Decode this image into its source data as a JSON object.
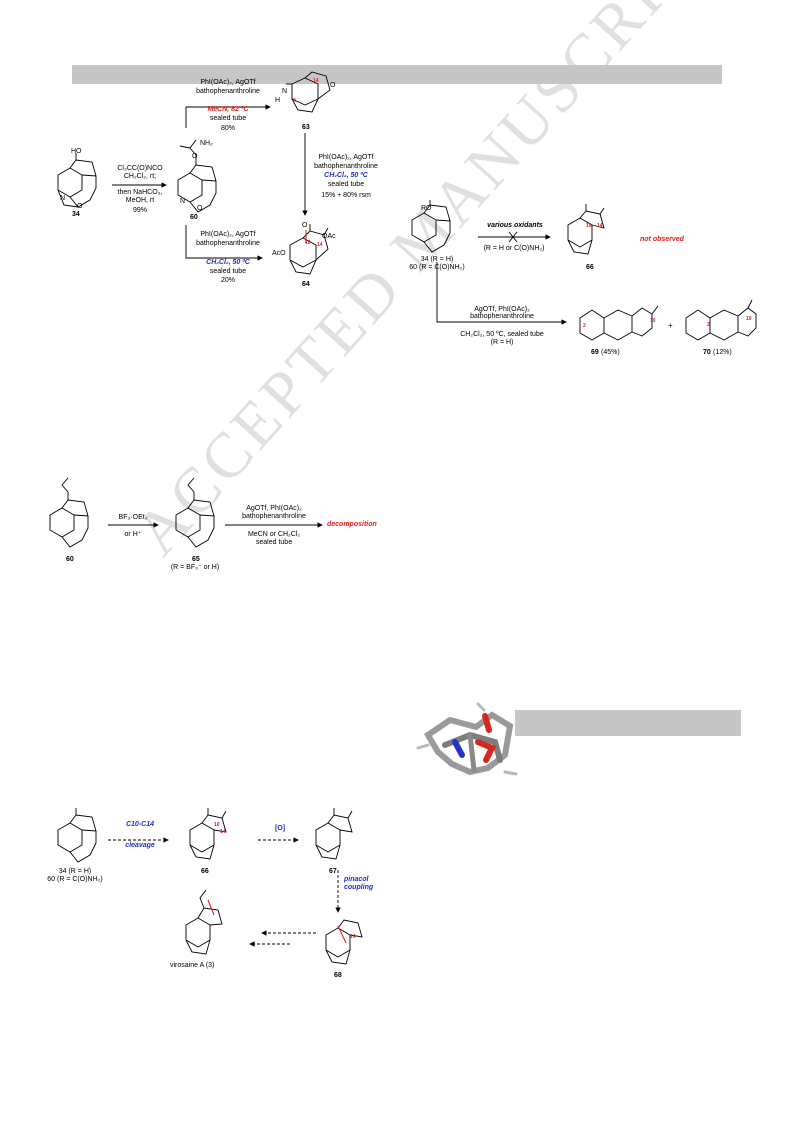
{
  "watermark": "ACCEPTED MANUSCRIPT",
  "colors": {
    "red": "#e0201b",
    "blue": "#1d2fd0",
    "bar": "#c6c6c6"
  },
  "scheme1": {
    "cond_a": [
      "Cl₃CC(O)NCO",
      "CH₂Cl₂, rt;",
      "then NaHCO₃,",
      "MeOH, rt",
      "99%"
    ],
    "cond_b": {
      "line1": "PhI(OAc)₂, AgOTf",
      "line2": "bathophenanthroline",
      "solvent": "MeCN, 82 ºC",
      "line4": "sealed tube",
      "yield": "80%"
    },
    "cond_c": {
      "line1": "PhI(OAc)₂, AgOTf",
      "line2": "bathophenanthroline",
      "solvent": "CH₂Cl₂, 50 ºC",
      "line4": "sealed tube",
      "yield": "15% + 80% rsm"
    },
    "cond_d": {
      "line1": "PhI(OAc)₂, AgOTf",
      "line2": "bathophenanthroline",
      "solvent": "CH₂Cl₂, 50 ºC",
      "line4": "sealed tube",
      "yield": "20%"
    },
    "labels": {
      "c34": "34",
      "c60": "60",
      "c63": "63",
      "c64": "64"
    },
    "atoms": {
      "HO": "HO",
      "NH2": "NH₂",
      "N": "N",
      "O": "O",
      "H": "H",
      "AcO": "AcO",
      "OAc": "OAc"
    }
  },
  "scheme2": {
    "arrow_top": "various oxidants",
    "arrow_bottom": "(R = H or C(O)NH₂)",
    "not_observed": "not observed",
    "c34": "34 (R = H)",
    "c60": "60 (R = C(O)NH₂)",
    "c66": "66",
    "cond_1": "AgOTf, PhI(OAc)₂",
    "cond_2": "bathophenanthroline",
    "cond_3": "CH₂Cl₂, 50 ºC, sealed tube",
    "cond_4": "(R = H)",
    "c69": "69",
    "c69_yield": "(45%)",
    "c70": "70",
    "c70_yield": "(12%)",
    "plus": "+",
    "RO": "RO"
  },
  "scheme3": {
    "reagent_1": "BF₃·OEt₂",
    "reagent_2": "or H⁺",
    "cond_1": "AgOTf, PhI(OAc)₂",
    "cond_2": "bathophenanthroline",
    "cond_3": "MeCN or CH₂Cl₂",
    "cond_4": "sealed tube",
    "result": "decomposition",
    "c60": "60",
    "c65": "65",
    "c65_note": "(R = BF₃⁻ or H)"
  },
  "scheme4": {
    "step1": "C10-C14",
    "step1b": "cleavage",
    "step2": "[O]",
    "step3": "pinacol",
    "step3b": "coupling",
    "c34": "34 (R = H)",
    "c60": "60 (R = C(O)NH₂)",
    "c66": "66",
    "c67": "67",
    "c68": "68",
    "product": "virosaine A (3)"
  }
}
